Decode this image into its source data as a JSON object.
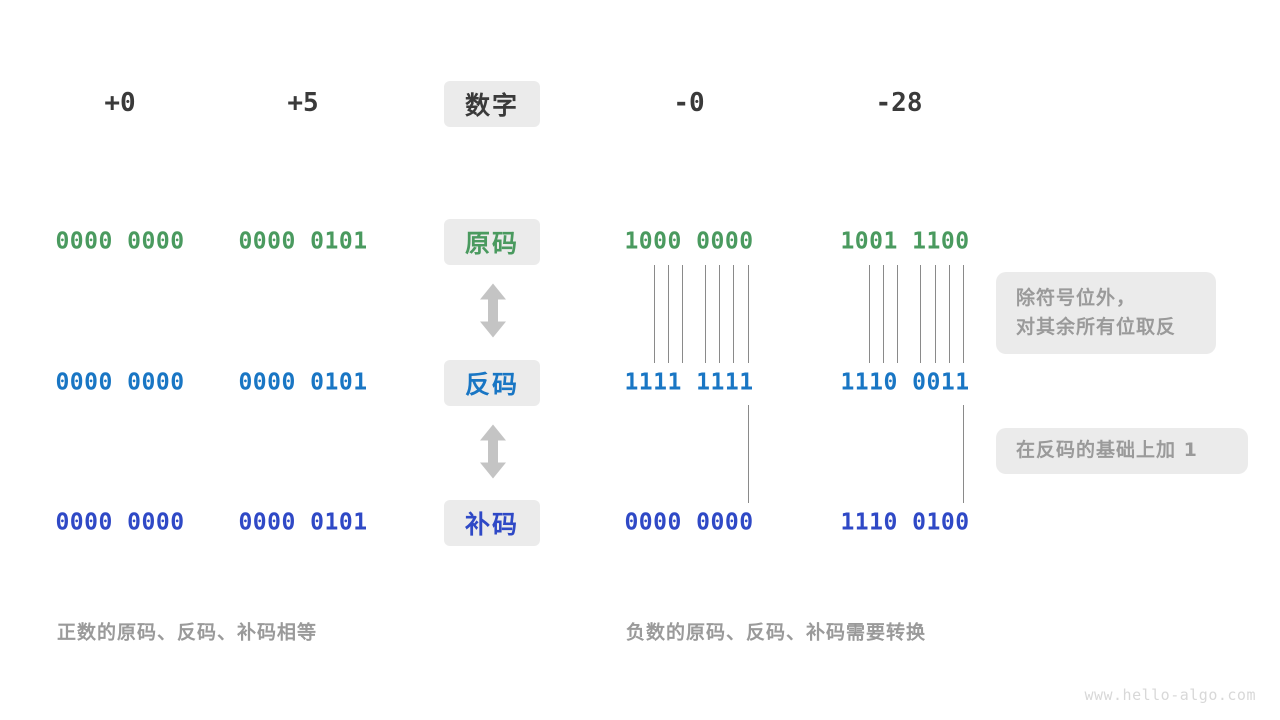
{
  "diagram": {
    "title_row": {
      "label": "数字",
      "values": [
        "+0",
        "+5",
        "-0",
        "-28"
      ]
    },
    "rows": [
      {
        "label": "原码",
        "color": "#4A9A5F",
        "values": [
          "0000 0000",
          "0000 0101",
          "1000 0000",
          "1001 1100"
        ]
      },
      {
        "label": "反码",
        "color": "#1976C4",
        "values": [
          "0000 0000",
          "0000 0101",
          "1111 1111",
          "1110 0011"
        ]
      },
      {
        "label": "补码",
        "color": "#2F49C6",
        "values": [
          "0000 0000",
          "0000 0101",
          "0000 0000",
          "1110 0100"
        ]
      }
    ],
    "notes": [
      {
        "lines": [
          "除符号位外，",
          "对其余所有位取反"
        ]
      },
      {
        "lines": [
          "在反码的基础上加 1"
        ]
      }
    ],
    "captions": {
      "left": "正数的原码、反码、补码相等",
      "right": "负数的原码、反码、补码需要转换"
    },
    "watermark": "www.hello-algo.com",
    "colors": {
      "badge_bg": "#ebebeb",
      "note_bg": "#ebebeb",
      "note_text": "#9a9a9a",
      "connector": "#8a8a8a",
      "arrow": "#c4c4c4",
      "header_text": "#3a3a3a",
      "background": "#ffffff"
    }
  }
}
